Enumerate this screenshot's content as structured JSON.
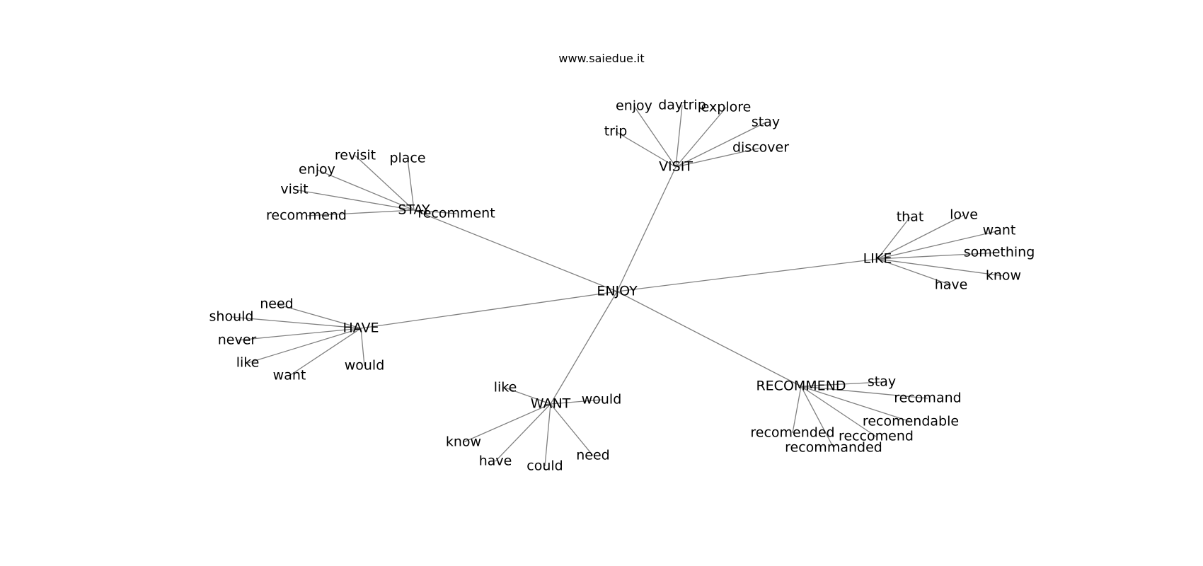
{
  "title": "www.saiedue.it",
  "graph": {
    "center": "ENJOY",
    "clusters": [
      {
        "hub": "VISIT",
        "leaves": [
          "enjoy",
          "daytrip",
          "explore",
          "trip",
          "stay",
          "discover"
        ]
      },
      {
        "hub": "STAY",
        "leaves": [
          "revisit",
          "place",
          "enjoy",
          "visit",
          "recommend",
          "recomment"
        ]
      },
      {
        "hub": "LIKE",
        "leaves": [
          "that",
          "love",
          "want",
          "something",
          "know",
          "have"
        ]
      },
      {
        "hub": "HAVE",
        "leaves": [
          "need",
          "should",
          "never",
          "like",
          "want",
          "would"
        ]
      },
      {
        "hub": "WANT",
        "leaves": [
          "like",
          "would",
          "know",
          "have",
          "could",
          "need"
        ]
      },
      {
        "hub": "RECOMMEND",
        "leaves": [
          "stay",
          "recomand",
          "recomendable",
          "recomended",
          "reccomend",
          "recommanded"
        ]
      }
    ]
  },
  "colors": {
    "edge": "#808080",
    "text": "#000000",
    "background": "#ffffff"
  }
}
